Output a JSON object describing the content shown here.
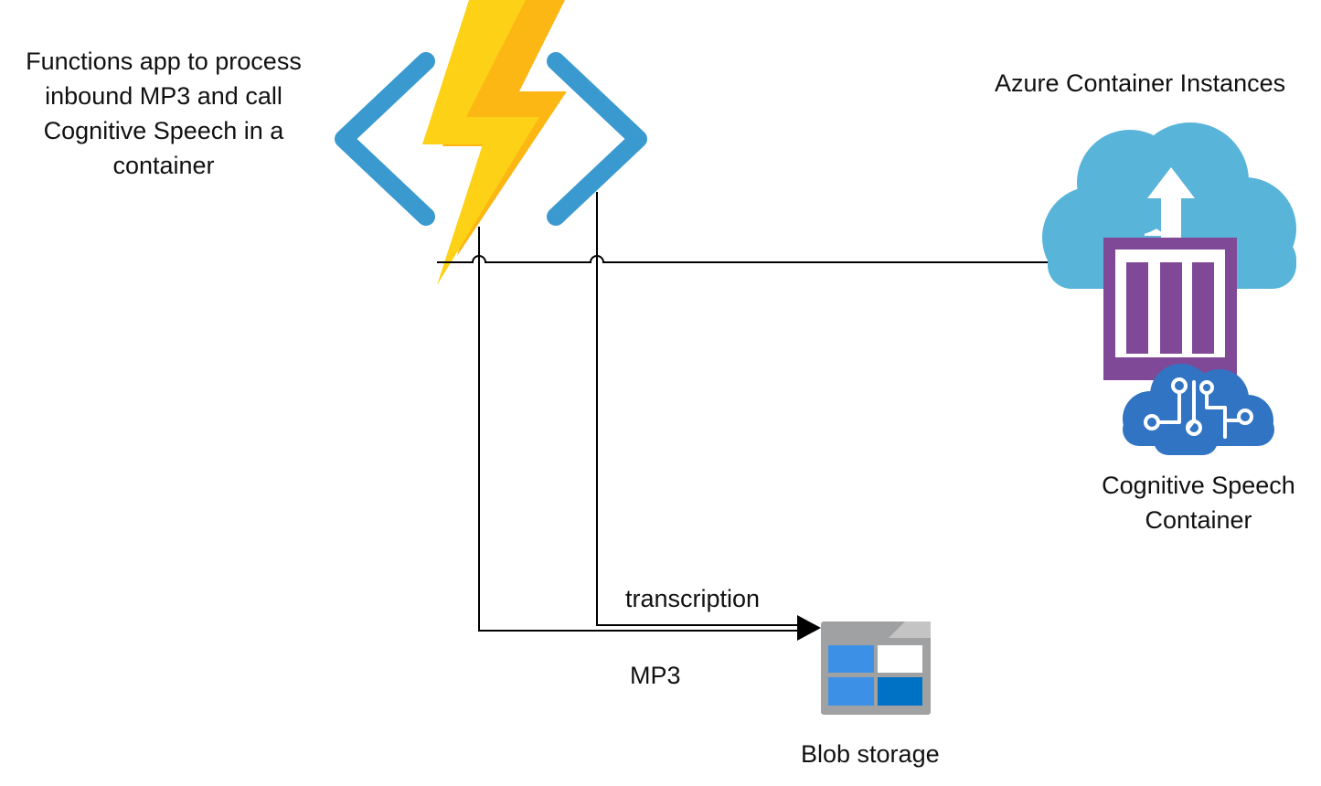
{
  "labels": {
    "functions_app": [
      "Functions app to process",
      "inbound MP3 and call",
      "Cognitive Speech in a",
      "container"
    ],
    "azure_container_instances": "Azure Container Instances",
    "cognitive_speech_container": [
      "Cognitive Speech",
      "Container"
    ],
    "transcription": "transcription",
    "mp3": "MP3",
    "blob_storage": "Blob storage"
  },
  "icons": {
    "functions": "azure-functions-icon",
    "container_instances": "azure-container-instances-icon",
    "cognitive_speech": "cognitive-services-brain-icon",
    "blob_storage": "blob-storage-icon"
  },
  "colors": {
    "bolt_yellow": "#FCD116",
    "bolt_orange": "#FCB714",
    "brackets": "#3A9AD0",
    "cloud": "#59B4D9",
    "container_purple": "#804998",
    "cognitive_blue": "#3174C3",
    "blob_gray": "#A0A1A2",
    "blob_blue": "#0072C6",
    "connector": "#000000"
  }
}
